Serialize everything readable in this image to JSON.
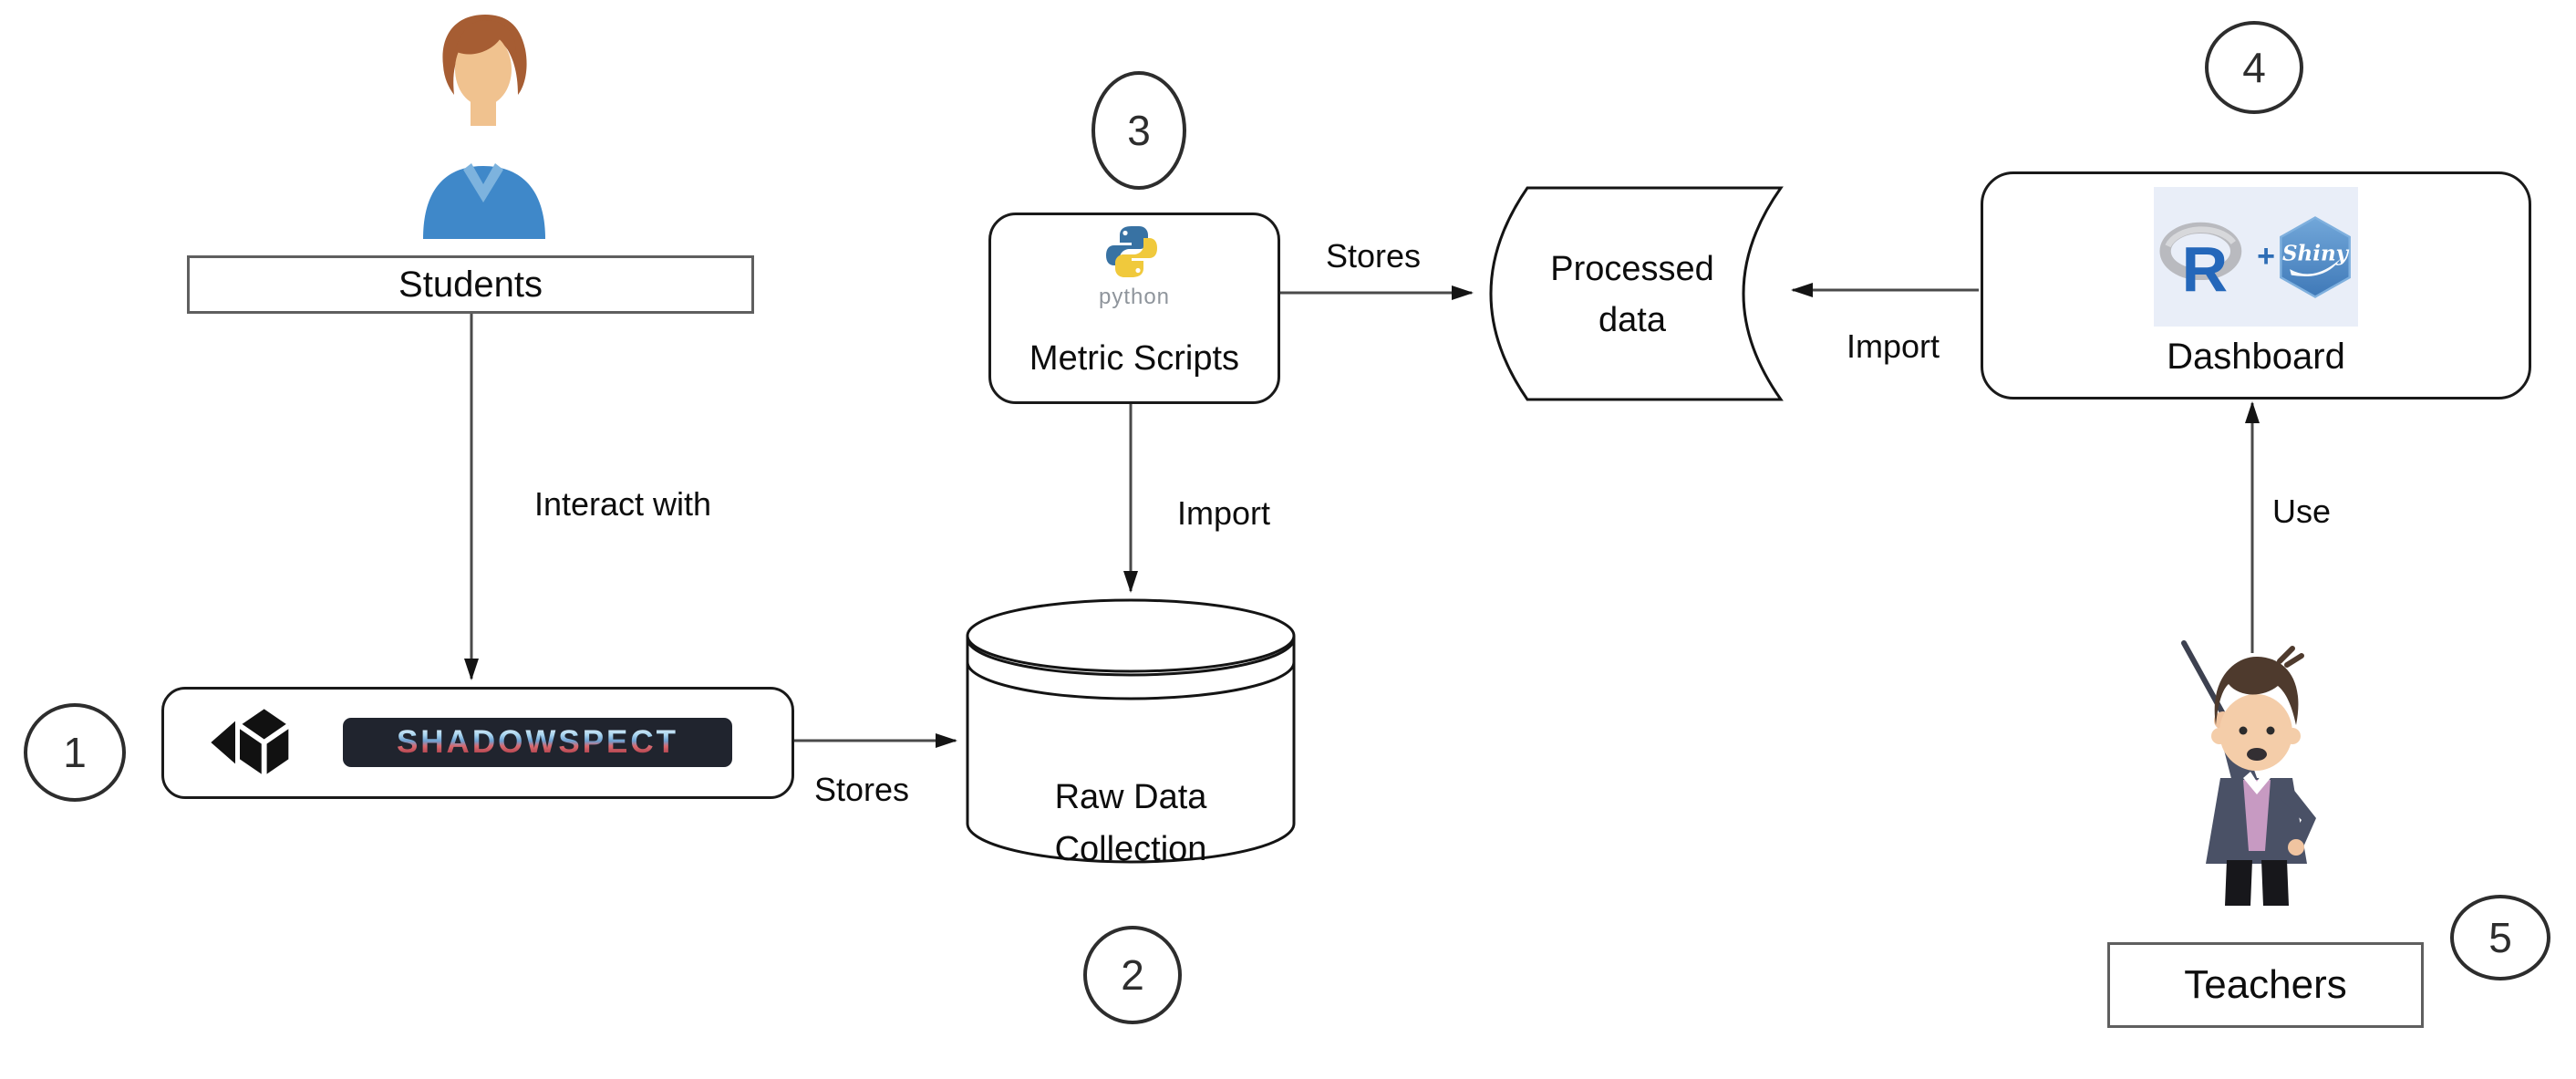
{
  "diagram": {
    "steps": {
      "one": "1",
      "two": "2",
      "three": "3",
      "four": "4",
      "five": "5"
    },
    "nodes": {
      "students": {
        "label": "Students"
      },
      "game": {
        "title": "SHADOWSPECT"
      },
      "raw_data": {
        "line1": "Raw Data",
        "line2": "Collection"
      },
      "metric_scripts": {
        "label": "Metric Scripts",
        "wordmark": "python"
      },
      "processed_data": {
        "line1": "Processed",
        "line2": "data"
      },
      "dashboard": {
        "label": "Dashboard",
        "r": "R",
        "plus": "+",
        "shiny": "Shiny"
      },
      "teachers": {
        "label": "Teachers"
      }
    },
    "edges": {
      "interact_with": "Interact with",
      "stores_game": "Stores",
      "import_raw": "Import",
      "stores_processed": "Stores",
      "import_dashboard": "Import",
      "use": "Use"
    },
    "colors": {
      "connector_line": "#4a4a4a",
      "shape_stroke": "#1a1a1a",
      "label_box_stroke": "#5f5f5f",
      "badge_background": "#20242e",
      "unity_black": "#111111",
      "python_blue": "#3872a3",
      "python_yellow": "#f0c93c",
      "r_blue": "#2467ba",
      "shiny_blue": "#4e8bcc",
      "logo_panel_background": "#e9eef8",
      "student_shirt_blue": "#3f88c9",
      "teacher_jacket": "#4a5166"
    }
  }
}
